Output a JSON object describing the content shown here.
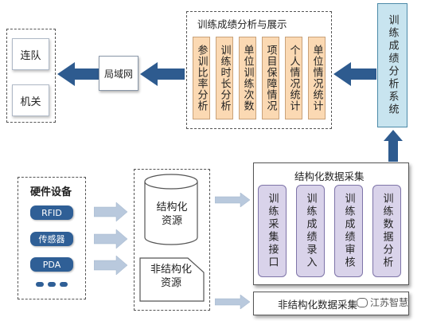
{
  "units": [
    "连队",
    "机关"
  ],
  "lan_label": "局域网",
  "analysis": {
    "title": "训练成绩分析与展示",
    "columns": [
      "参训比率分析",
      "训练时长分析",
      "单位训练次数",
      "项目保障情况",
      "个人情况统计",
      "单位情况统计"
    ]
  },
  "system_label": "训练成绩分析系统",
  "hardware": {
    "title": "硬件设备",
    "items": [
      "RFID",
      "传感器",
      "PDA"
    ],
    "more": "···"
  },
  "resources": {
    "structured": "结构化资源",
    "unstructured": "非结构化资源"
  },
  "structured_collect": {
    "title": "结构化数据采集",
    "columns": [
      "训练采集接口",
      "训练成绩录入",
      "训练成绩审核",
      "训练数据分析"
    ]
  },
  "unstructured_collect": "非结构化数据采集",
  "watermark": "江苏智慧",
  "colors": {
    "arrow_dark": "#2e5b8f",
    "arrow_light": "#b9c9dd",
    "orange": "#fbd9b3",
    "purple": "#d9d3ea",
    "system": "#c8e4ef",
    "badge": "#2f5f96"
  }
}
